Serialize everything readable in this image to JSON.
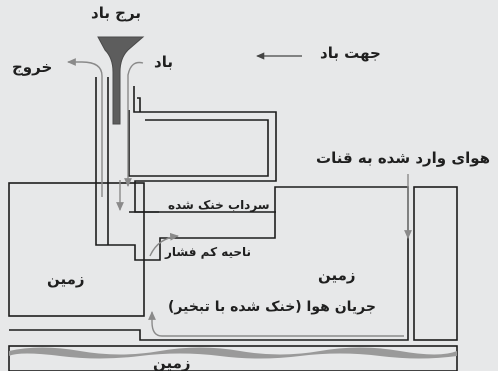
{
  "labels": {
    "tower": "برج باد",
    "wind": "باد",
    "wind_direction": "جهت باد",
    "exit": "خروج",
    "air_into_qanat": "هوای وارد شده به قنات",
    "cooled_basement": "سرداب خنک شده",
    "low_pressure": "ناحیه کم فشار",
    "ground_left": "زمین",
    "ground_center": "زمین",
    "ground_bottom": "زمین",
    "airflow": "جریان هوا (خنک شده با تبخیر)"
  },
  "colors": {
    "background": "#e7e8e9",
    "lines": "#1c1c1c",
    "cap": "#5d5d5d",
    "arrow": "#8a8a8a",
    "water": "#9a9a9a"
  }
}
